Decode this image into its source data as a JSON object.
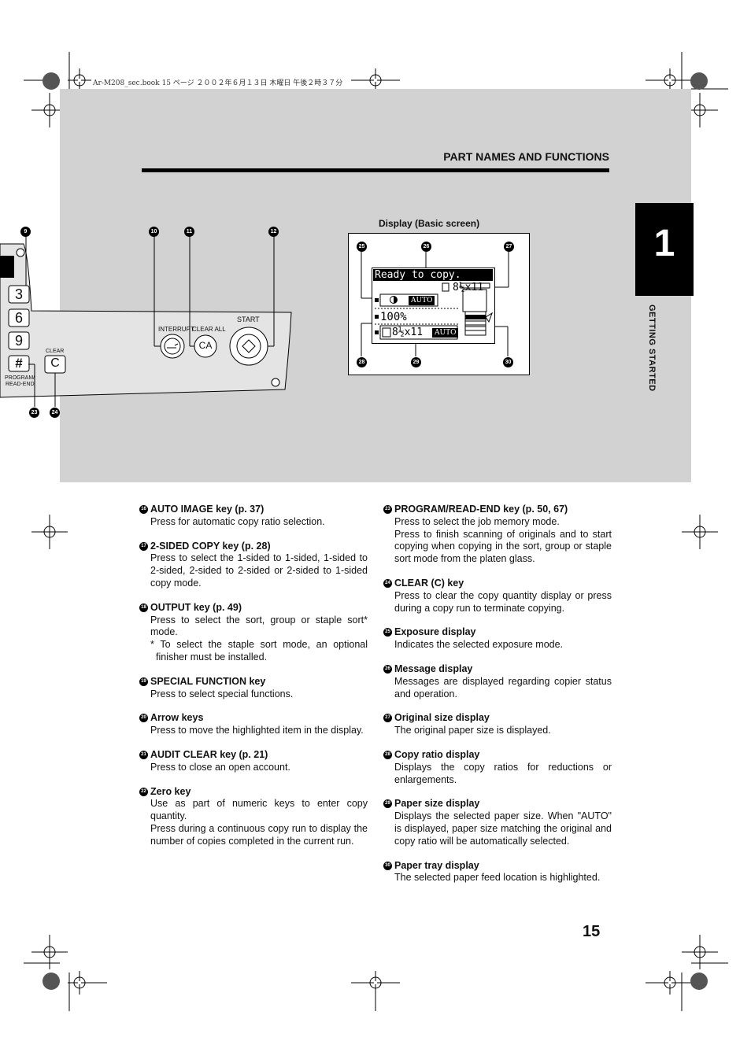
{
  "file_header": "Ar-M208_sec.book  15 ページ  ２００２年６月１３日  木曜日  午後２時３７分",
  "section_title": "PART NAMES AND FUNCTIONS",
  "chapter": {
    "number": "1",
    "label": "GETTING STARTED"
  },
  "panel": {
    "keys": {
      "three": "3",
      "six": "6",
      "nine": "9",
      "hash": "#",
      "c": "C",
      "ca": "CA"
    },
    "labels": {
      "clear": "CLEAR",
      "program": "PROGRAM/",
      "read_end": "READ-END",
      "interrupt": "INTERRUPT",
      "clear_all": "CLEAR ALL",
      "start": "START"
    },
    "callouts": {
      "c9": "9",
      "c10": "10",
      "c11": "11",
      "c12": "12",
      "c23": "23",
      "c24": "24"
    }
  },
  "display": {
    "caption": "Display (Basic screen)",
    "message": "Ready to copy.",
    "original_size": "8½x11",
    "ratio": "100%",
    "paper_size": "8½x11",
    "auto1": "AUTO",
    "auto2": "AUTO",
    "callouts": {
      "c25": "25",
      "c26": "26",
      "c27": "27",
      "c28": "28",
      "c29": "29",
      "c30": "30"
    }
  },
  "items_left": [
    {
      "num": "16",
      "title": "AUTO IMAGE key (p. 37)",
      "body": [
        "Press for automatic copy ratio selection."
      ]
    },
    {
      "num": "17",
      "title": "2-SIDED COPY key (p. 28)",
      "body": [
        "Press to select the 1-sided to 1-sided, 1-sided to 2-sided, 2-sided to 2-sided or 2-sided to 1-sided copy mode."
      ]
    },
    {
      "num": "18",
      "title": "OUTPUT key (p. 49)",
      "body": [
        "Press to select the sort, group or staple sort* mode."
      ],
      "note": "* To select the staple sort mode, an optional finisher must be installed."
    },
    {
      "num": "19",
      "title": "SPECIAL FUNCTION key",
      "body": [
        "Press to select special functions."
      ]
    },
    {
      "num": "20",
      "title": "Arrow keys",
      "body": [
        "Press to move the highlighted item in the display."
      ]
    },
    {
      "num": "21",
      "title": "AUDIT CLEAR key (p. 21)",
      "body": [
        "Press to close an open account."
      ]
    },
    {
      "num": "22",
      "title": "Zero key",
      "body": [
        "Use as part of numeric keys to enter copy quantity.",
        "Press during a continuous copy run to display the number of copies completed in the current run."
      ]
    }
  ],
  "items_right": [
    {
      "num": "23",
      "title": "PROGRAM/READ-END key (p. 50, 67)",
      "body": [
        "Press to select the job memory mode.",
        "Press to finish scanning of originals and to start copying when copying in the sort, group or staple sort mode from the platen glass."
      ]
    },
    {
      "num": "24",
      "title": "CLEAR (C) key",
      "body": [
        "Press to clear the copy quantity display or press during a copy run to terminate copying."
      ]
    },
    {
      "num": "25",
      "title": "Exposure display",
      "body": [
        "Indicates the selected exposure mode."
      ]
    },
    {
      "num": "26",
      "title": "Message display",
      "body": [
        "Messages are displayed regarding copier status and operation."
      ]
    },
    {
      "num": "27",
      "title": "Original size display",
      "body": [
        "The original paper size is displayed."
      ]
    },
    {
      "num": "28",
      "title": "Copy ratio display",
      "body": [
        "Displays the copy ratios for reductions or enlargements."
      ]
    },
    {
      "num": "29",
      "title": "Paper size display",
      "body": [
        "Displays the selected paper size. When \"AUTO\" is displayed, paper size matching the original and copy ratio will be automatically selected."
      ]
    },
    {
      "num": "30",
      "title": "Paper tray display",
      "body": [
        "The selected paper feed location is highlighted."
      ]
    }
  ],
  "page_number": "15"
}
